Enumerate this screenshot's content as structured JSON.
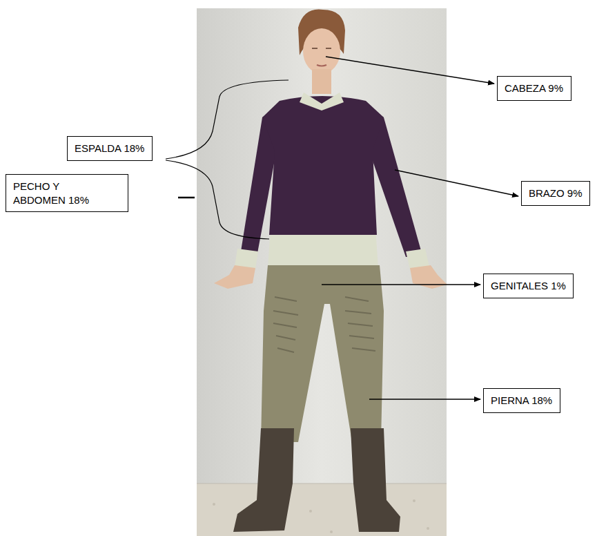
{
  "diagram": {
    "nodes": [
      {
        "text": [
          "CABEZA 9%"
        ]
      },
      {
        "text": [
          "ESPALDA 18%"
        ]
      },
      {
        "text": [
          "PECHO Y ABDOMEN 18%"
        ]
      },
      {
        "text": [
          "BRAZO 9%"
        ]
      },
      {
        "text": [
          "GENITALES 1%"
        ]
      },
      {
        "text": [
          "PIERNA 18%"
        ]
      }
    ]
  }
}
